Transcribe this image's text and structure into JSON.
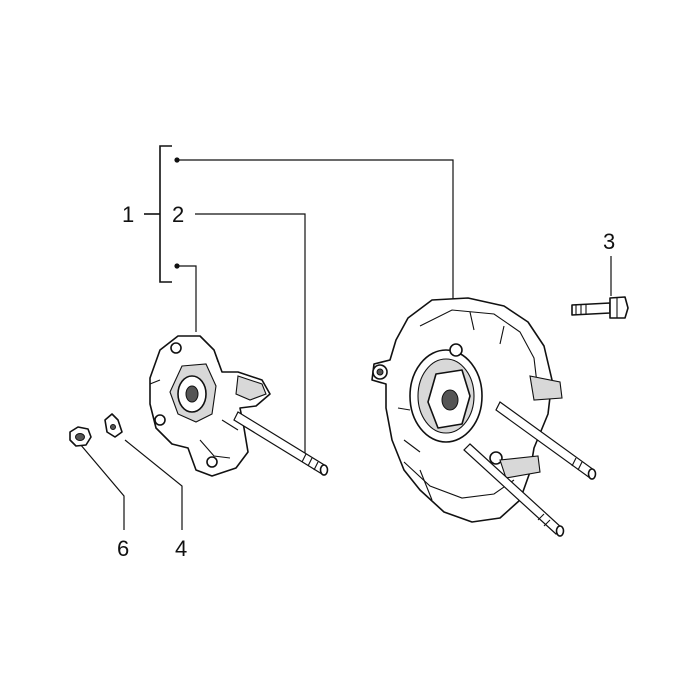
{
  "diagram": {
    "callouts": [
      {
        "id": "1",
        "label": "1"
      },
      {
        "id": "2",
        "label": "2"
      },
      {
        "id": "3",
        "label": "3"
      },
      {
        "id": "4",
        "label": "4"
      },
      {
        "id": "6",
        "label": "6"
      }
    ],
    "colors": {
      "line": "#111111",
      "background": "#ffffff",
      "shade": "#d8d8d8"
    }
  }
}
